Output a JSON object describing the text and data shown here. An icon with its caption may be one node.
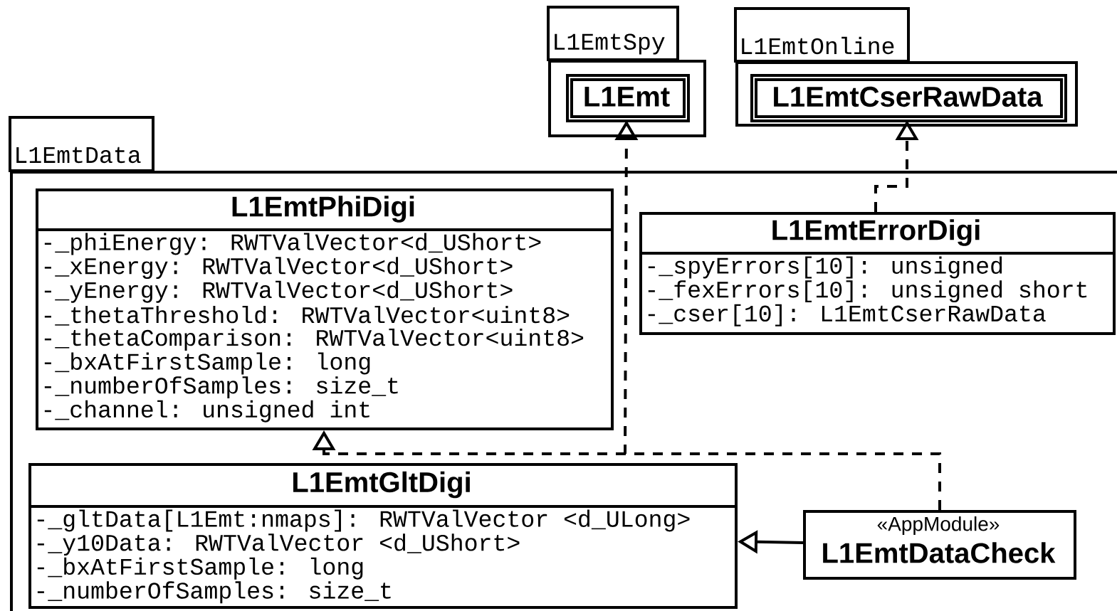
{
  "diagram": {
    "nodes": [
      {
        "text": [
          "L1EmtSpy"
        ]
      },
      {
        "text": [
          "L1Emt"
        ],
        "in": 0
      },
      {
        "text": [
          "L1EmtOnline"
        ]
      },
      {
        "text": [
          "L1EmtCserRawData"
        ],
        "in": 2
      },
      {
        "text": [
          "L1EmtData"
        ]
      },
      {
        "text": [
          "L1EmtPhiDigi",
          "-_phiEnergy: RWTValVector<d_UShort>",
          "-_xEnergy: RWTValVector<d_UShort>",
          "-_yEnergy: RWTValVector<d_UShort>",
          "-_thetaThreshold: RWTValVector<uint8>",
          "-_thetaComparison: RWTValVector<uint8>",
          "-_bxAtFirstSample: long",
          "-_numberOfSamples: size_t",
          "-_channel: unsigned int"
        ],
        "in": 4
      },
      {
        "text": [
          "L1EmtErrorDigi",
          "-_spyErrors[10]: unsigned",
          "-_fexErrors[10]: unsigned short",
          "-_cser[10]: L1EmtCserRawData"
        ],
        "in": 4
      },
      {
        "text": [
          "L1EmtGltDigi",
          "-_gltData[L1Emt:nmaps]:  RWTValVector <d_ULong>",
          "-_y10Data: RWTValVector <d_UShort>",
          "-_bxAtFirstSample: long",
          "-_numberOfSamples: size_t"
        ],
        "in": 4
      },
      {
        "text": [
          "«AppModule»",
          "L1EmtDataCheck"
        ],
        "in": 4
      }
    ],
    "edges": [
      {
        "from": 8,
        "to": 5,
        "arrow": "to",
        "style": "dashed"
      },
      {
        "from": 8,
        "to": 1,
        "arrow": "to",
        "style": "dashed"
      },
      {
        "from": 6,
        "to": 3,
        "arrow": "to",
        "style": "dashed"
      },
      {
        "from": 8,
        "to": 7,
        "arrow": "to"
      }
    ]
  }
}
